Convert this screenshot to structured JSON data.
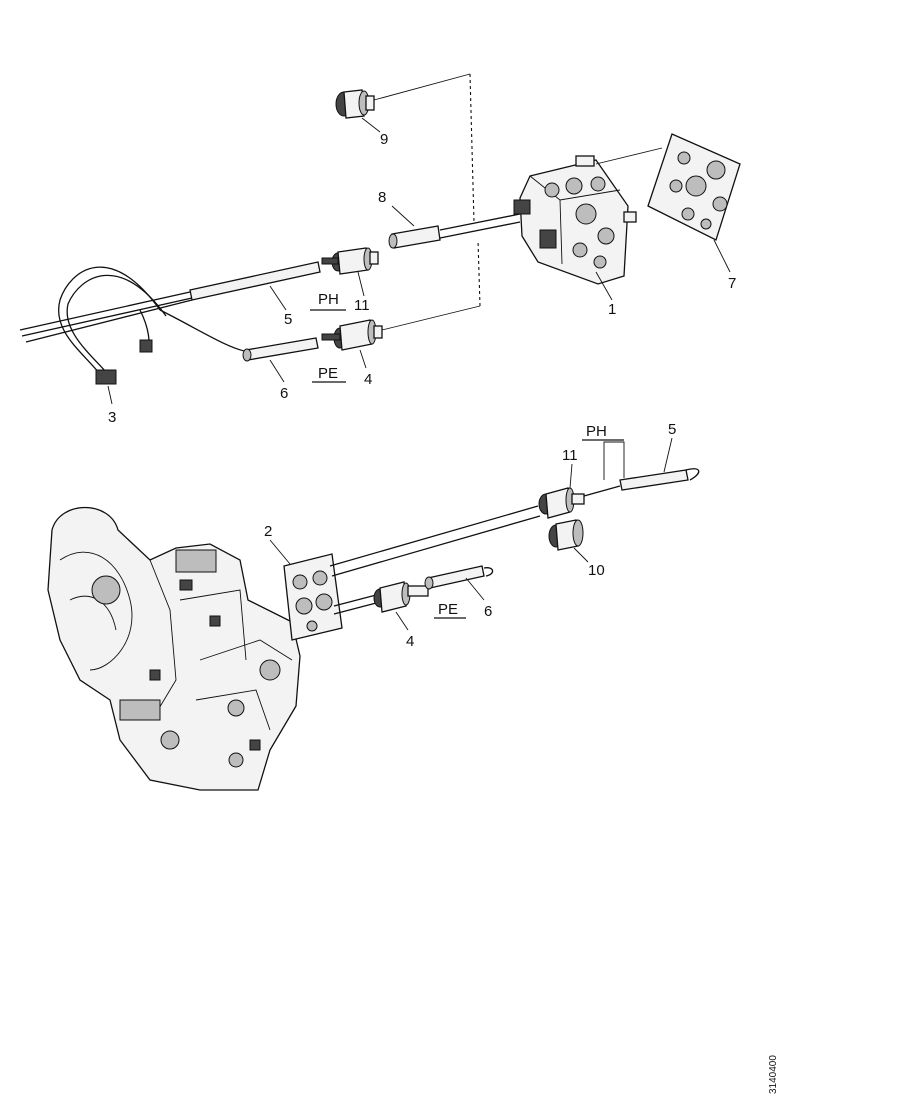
{
  "callouts": {
    "n1": "1",
    "n2": "2",
    "n3": "3",
    "n4a": "4",
    "n4b": "4",
    "n5a": "5",
    "n5b": "5",
    "n6a": "6",
    "n6b": "6",
    "n7": "7",
    "n8": "8",
    "n9": "9",
    "n10": "10",
    "n11a": "11",
    "n11b": "11"
  },
  "tags": {
    "ph_top": "PH",
    "pe_top": "PE",
    "ph_bottom": "PH",
    "pe_bottom": "PE"
  },
  "drawing_code": "3140400"
}
